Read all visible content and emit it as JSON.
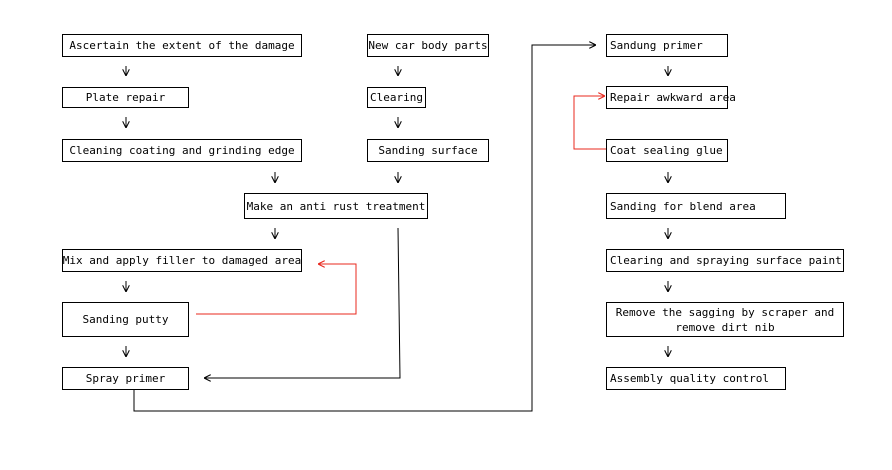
{
  "colors": {
    "line": "#000000",
    "feedback": "#e8281e",
    "box_border": "#000000",
    "background": "#ffffff"
  },
  "steps": {
    "ascertain": "Ascertain the extent of the damage",
    "plate_repair": "Plate repair",
    "cleaning_coating": "Cleaning coating and grinding edge",
    "new_parts": "New car body parts",
    "clearing": "Clearing",
    "sanding_surface": "Sanding surface",
    "anti_rust": "Make an anti rust treatment",
    "mix_filler": "Mix and apply filler to damaged area",
    "sanding_putty": "Sanding putty",
    "spray_primer": "Spray primer",
    "sandung_primer": "Sandung primer",
    "repair_awkward": "Repair awkward area",
    "coat_sealing": "Coat sealing glue",
    "sanding_blend": "Sanding for blend area",
    "clearing_spraying": "Clearing and spraying surface paint",
    "remove_sagging": "Remove the sagging by scraper and remove dirt nib",
    "assembly_qc": "Assembly quality control"
  }
}
